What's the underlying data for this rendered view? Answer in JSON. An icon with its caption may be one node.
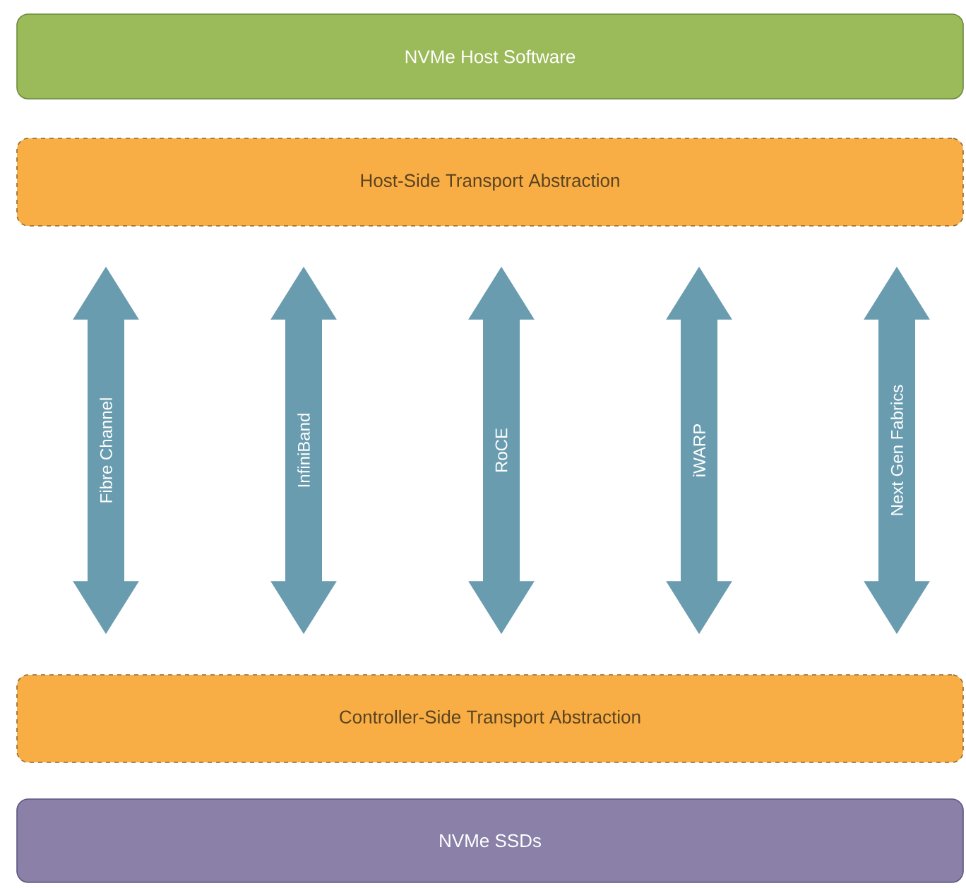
{
  "diagram": {
    "nodes": [
      {
        "text": [
          "NVMe Host Software"
        ]
      },
      {
        "text": [
          "Host-Side Transport Abstraction"
        ]
      },
      {
        "text": [
          "Controller-Side Transport Abstraction"
        ]
      },
      {
        "text": [
          "NVMe SSDs"
        ]
      }
    ],
    "edges": [
      {
        "from": 1,
        "to": 2,
        "arrow": "both",
        "label": "Fibre Channel"
      },
      {
        "from": 1,
        "to": 2,
        "arrow": "both",
        "label": "InfiniBand"
      },
      {
        "from": 1,
        "to": 2,
        "arrow": "both",
        "label": "RoCE"
      },
      {
        "from": 1,
        "to": 2,
        "arrow": "both",
        "label": "iWARP"
      },
      {
        "from": 1,
        "to": 2,
        "arrow": "both",
        "label": "Next Gen Fabrics"
      }
    ]
  }
}
